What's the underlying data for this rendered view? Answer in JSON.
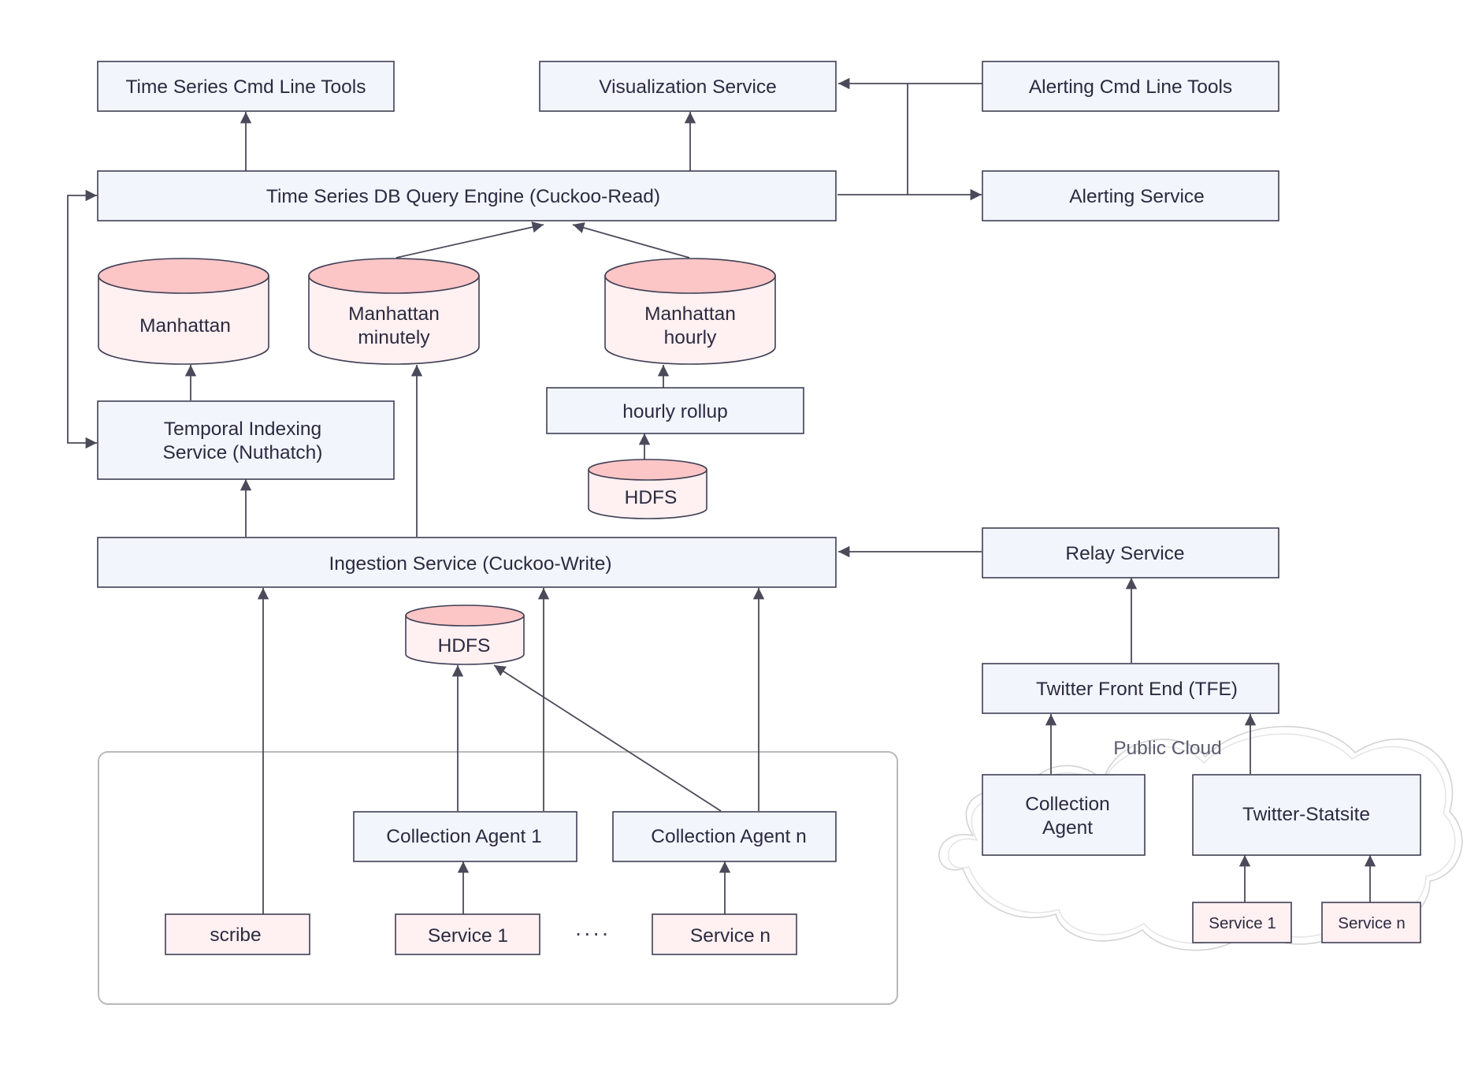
{
  "nodes": {
    "ts_cmd_tools": "Time Series Cmd Line Tools",
    "visualization_service": "Visualization Service",
    "alerting_cmd_tools": "Alerting Cmd Line Tools",
    "query_engine": "Time Series DB Query Engine (Cuckoo-Read)",
    "alerting_service": "Alerting Service",
    "manhattan": "Manhattan",
    "manhattan_minutely": [
      "Manhattan",
      "minutely"
    ],
    "manhattan_hourly": [
      "Manhattan",
      "hourly"
    ],
    "temporal_indexing": [
      "Temporal Indexing",
      "Service (Nuthatch)"
    ],
    "hourly_rollup": "hourly rollup",
    "hdfs_top": "HDFS",
    "ingestion_service": "Ingestion Service (Cuckoo-Write)",
    "relay_service": "Relay Service",
    "hdfs_mid": "HDFS",
    "twitter_front_end": "Twitter Front End (TFE)",
    "public_cloud": "Public Cloud",
    "collection_agent_cloud": [
      "Collection",
      "Agent"
    ],
    "twitter_statsite": "Twitter-Statsite",
    "collection_agent_1": "Collection Agent 1",
    "collection_agent_n": "Collection Agent n",
    "scribe": "scribe",
    "service_1": "Service 1",
    "ellipsis": "····",
    "service_n": "Service n",
    "cloud_service_1": "Service 1",
    "cloud_service_n": "Service n"
  },
  "edges": [
    {
      "from": "query_engine",
      "to": "ts_cmd_tools"
    },
    {
      "from": "query_engine",
      "to": "visualization_service"
    },
    {
      "from": "alerting_cmd_tools",
      "to": "visualization_service"
    },
    {
      "from": "query_engine",
      "to": "alerting_service"
    },
    {
      "from": "manhattan_minutely",
      "to": "query_engine"
    },
    {
      "from": "manhattan_hourly",
      "to": "query_engine"
    },
    {
      "from": "query_engine",
      "to": "temporal_indexing"
    },
    {
      "from": "temporal_indexing",
      "to": "query_engine"
    },
    {
      "from": "temporal_indexing",
      "to": "manhattan"
    },
    {
      "from": "hourly_rollup",
      "to": "manhattan_hourly"
    },
    {
      "from": "hdfs_top",
      "to": "hourly_rollup"
    },
    {
      "from": "ingestion_service",
      "to": "temporal_indexing"
    },
    {
      "from": "ingestion_service",
      "to": "manhattan_minutely"
    },
    {
      "from": "relay_service",
      "to": "ingestion_service"
    },
    {
      "from": "scribe",
      "to": "ingestion_service"
    },
    {
      "from": "collection_agent_1",
      "to": "ingestion_service"
    },
    {
      "from": "collection_agent_n",
      "to": "ingestion_service"
    },
    {
      "from": "collection_agent_1",
      "to": "hdfs_mid"
    },
    {
      "from": "collection_agent_n",
      "to": "hdfs_mid"
    },
    {
      "from": "service_1",
      "to": "collection_agent_1"
    },
    {
      "from": "service_n",
      "to": "collection_agent_n"
    },
    {
      "from": "twitter_front_end",
      "to": "relay_service"
    },
    {
      "from": "collection_agent_cloud",
      "to": "twitter_front_end"
    },
    {
      "from": "twitter_statsite",
      "to": "twitter_front_end"
    },
    {
      "from": "cloud_service_1",
      "to": "twitter_statsite"
    },
    {
      "from": "cloud_service_n",
      "to": "twitter_statsite"
    }
  ],
  "colors": {
    "box_fill": "#f2f5fc",
    "service_fill": "#fff0f1",
    "cylinder_top": "#fcc5c6",
    "stroke": "#3f3f55"
  }
}
